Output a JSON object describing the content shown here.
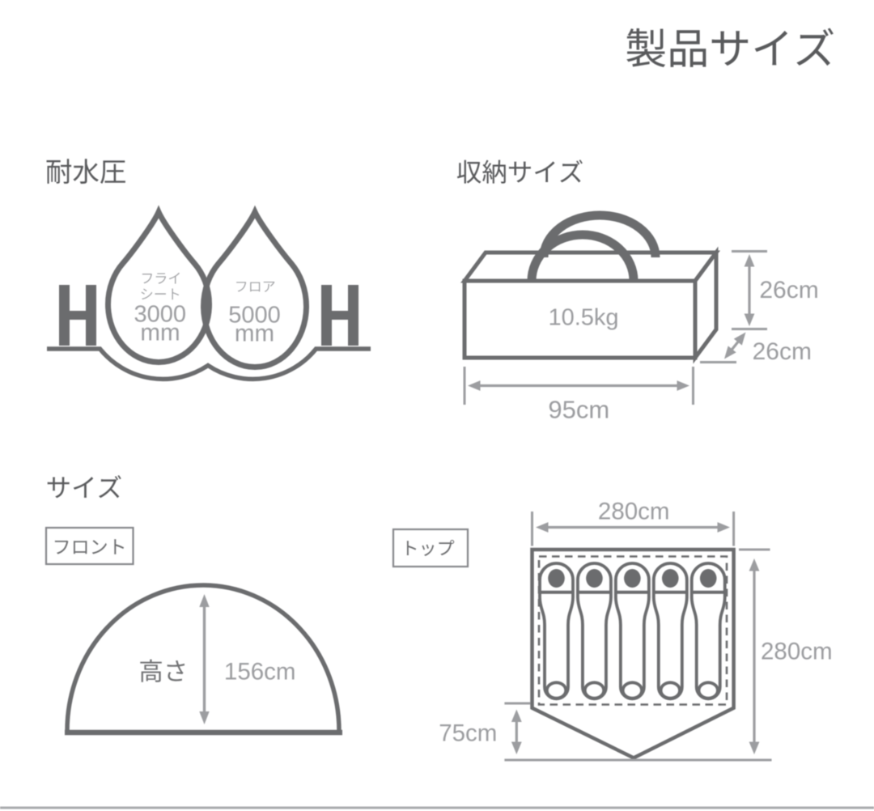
{
  "page": {
    "title": "製品サイズ",
    "background": "#ffffff"
  },
  "colors": {
    "heading": "#595a5c",
    "line": "#6b6c6e",
    "dimension": "#9c9da0",
    "separator": "#a9aaac"
  },
  "sections": {
    "water_resistance": {
      "heading": "耐水圧",
      "h_symbol": "H",
      "drops": [
        {
          "label_line1": "フライ",
          "label_line2": "シート",
          "value": "3000",
          "unit": "mm"
        },
        {
          "label_line1": "フロア",
          "label_line2": "",
          "value": "5000",
          "unit": "mm"
        }
      ]
    },
    "storage_size": {
      "heading": "収納サイズ",
      "weight": "10.5kg",
      "height": "26cm",
      "depth": "26cm",
      "width": "95cm"
    },
    "size": {
      "heading": "サイズ",
      "front_view": {
        "tag": "フロント",
        "height_label": "高さ",
        "height_value": "156cm"
      },
      "top_view": {
        "tag": "トップ",
        "width": "280cm",
        "depth": "280cm",
        "vestibule": "75cm",
        "sleeper_count": 5
      }
    }
  }
}
